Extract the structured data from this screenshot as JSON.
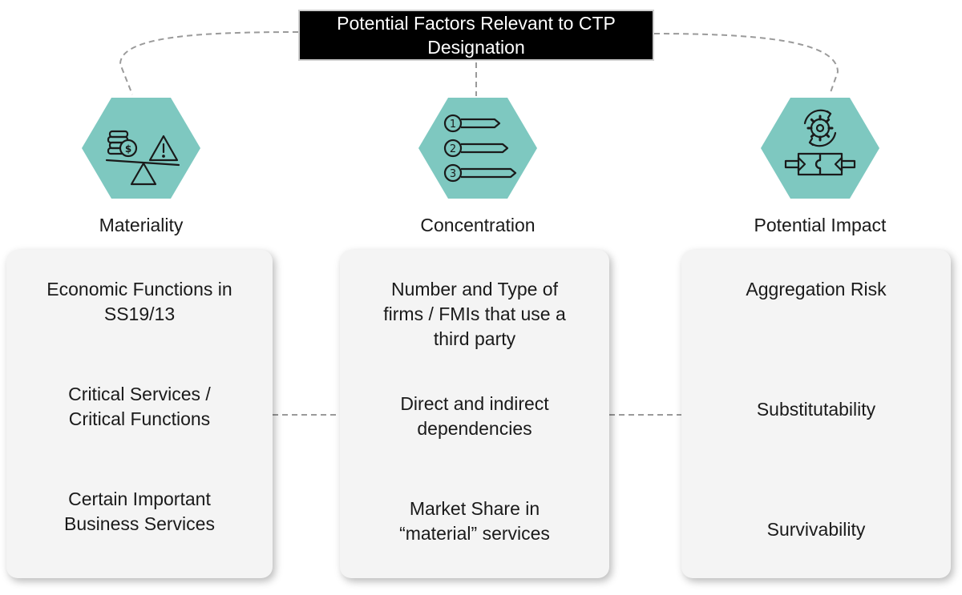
{
  "title": "Potential Factors Relevant to CTP Designation",
  "colors": {
    "hexagon": "#7ec8c0",
    "icon_stroke": "#1a1a1a",
    "title_bg": "#000000",
    "card_bg": "#f4f4f4",
    "connector": "#9a9a9a"
  },
  "columns": [
    {
      "label": "Materiality",
      "icon": "scale-coins-warning-icon",
      "items": [
        "Economic Functions in SS19/13",
        "Critical Services / Critical Functions",
        "Certain Important Business Services"
      ]
    },
    {
      "label": "Concentration",
      "icon": "numbered-keys-icon",
      "items": [
        "Number and Type of firms / FMIs that use a third party",
        "Direct and indirect dependencies",
        "Market Share in “material” services"
      ]
    },
    {
      "label": "Potential Impact",
      "icon": "gear-connection-icon",
      "items": [
        "Aggregation Risk",
        "Substitutability",
        "Survivability"
      ]
    }
  ],
  "icon_numbers": [
    "1",
    "2",
    "3"
  ]
}
